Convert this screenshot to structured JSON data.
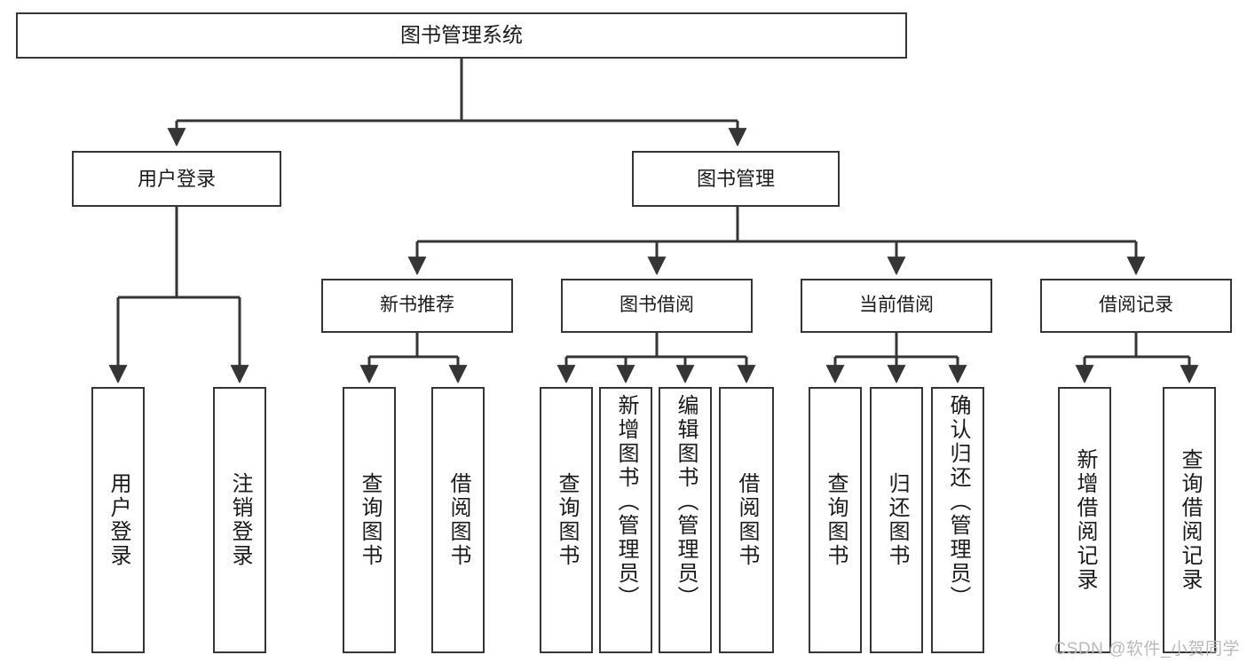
{
  "diagram": {
    "title": "图书管理系统",
    "type": "tree",
    "watermark": "CSDN @软件_小贺同学",
    "colors": {
      "box_border": "#353535",
      "box_fill": "#ffffff",
      "edge": "#353535",
      "text": "#1a1a1a",
      "watermark": "#b9b9b9",
      "background": "#ffffff"
    },
    "root": {
      "label": "图书管理系统"
    },
    "level2": [
      {
        "label": "用户登录"
      },
      {
        "label": "图书管理"
      }
    ],
    "level3": [
      {
        "label": "新书推荐"
      },
      {
        "label": "图书借阅"
      },
      {
        "label": "当前借阅"
      },
      {
        "label": "借阅记录"
      }
    ],
    "leaves": {
      "user_login": [
        {
          "label": "用户登录"
        },
        {
          "label": "注销登录"
        }
      ],
      "new_book_recommend": [
        {
          "label": "查询图书"
        },
        {
          "label": "借阅图书"
        }
      ],
      "book_borrow": [
        {
          "label": "查询图书"
        },
        {
          "label": "新增图书（管理员）"
        },
        {
          "label": "编辑图书（管理员）"
        },
        {
          "label": "借阅图书"
        }
      ],
      "current_borrow": [
        {
          "label": "查询图书"
        },
        {
          "label": "归还图书"
        },
        {
          "label": "确认归还（管理员）"
        }
      ],
      "borrow_record": [
        {
          "label": "新增借阅记录"
        },
        {
          "label": "查询借阅记录"
        }
      ]
    }
  }
}
